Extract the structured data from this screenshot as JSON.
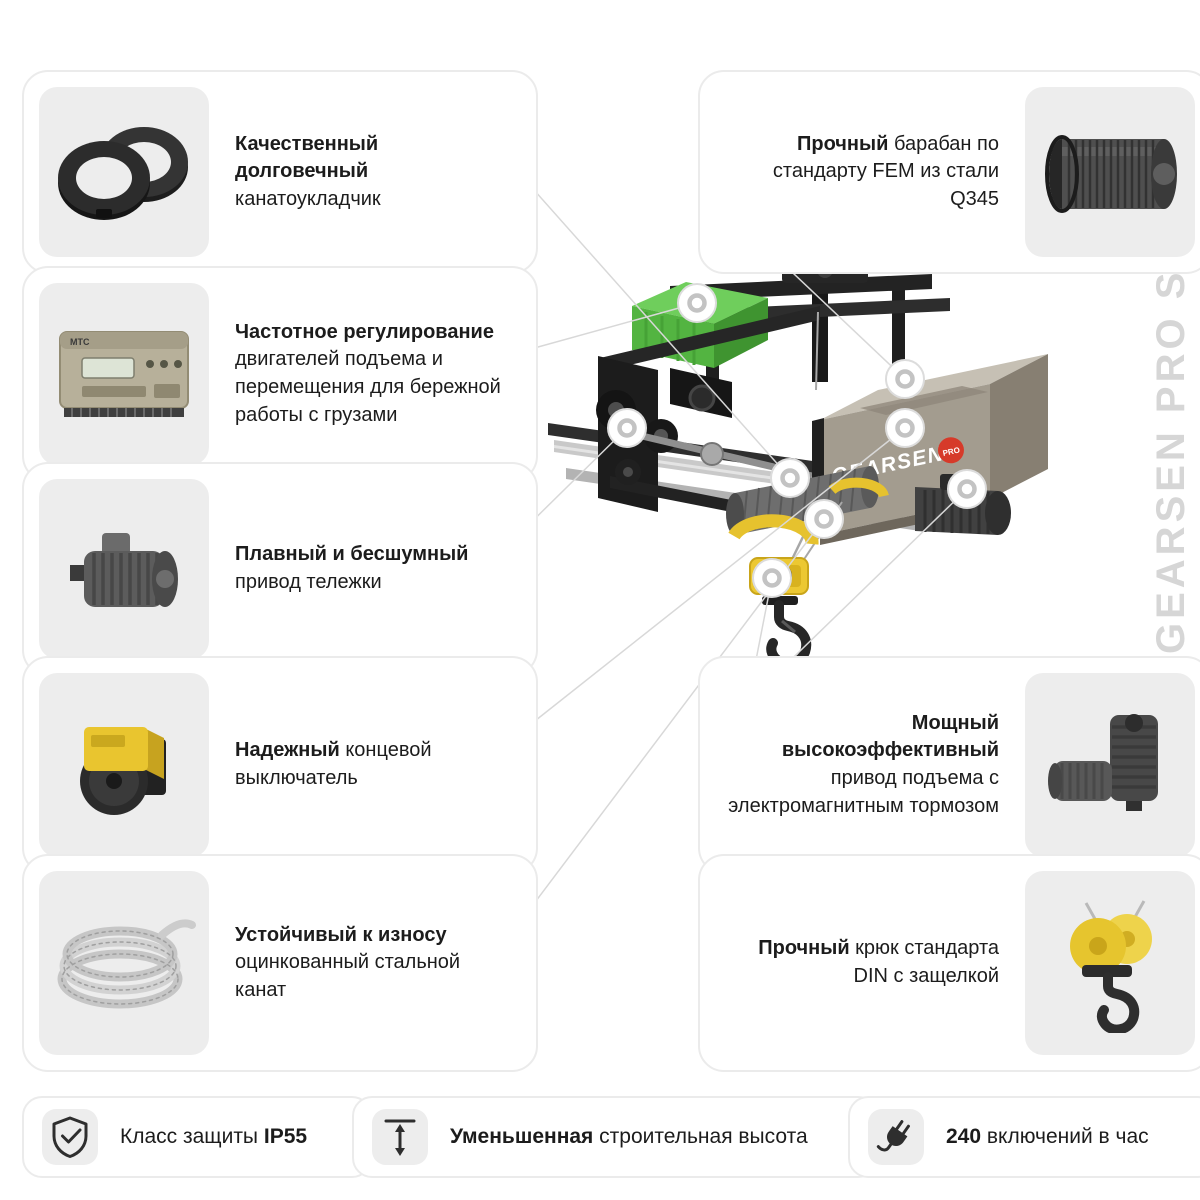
{
  "watermark": "GEARSEN PRO SH",
  "machine": {
    "brand": "GEARSEN",
    "badge": "PRO",
    "controller_label": "MTC"
  },
  "left_cards": [
    {
      "bold": "Качественный долговечный",
      "text": " канатоукладчик"
    },
    {
      "bold": "Частотное регулирование",
      "text": " двигателей подъема и перемещения для бережной работы с грузами"
    },
    {
      "bold": "Плавный и бесшумный",
      "text": " привод тележки"
    },
    {
      "bold": "Надежный",
      "text": " концевой выключатель"
    },
    {
      "bold": "Устойчивый к износу",
      "text": " оцинкованный стальной канат"
    }
  ],
  "right_cards": [
    {
      "bold": "Прочный",
      "text": " барабан по стандарту FEM из стали Q345"
    },
    {
      "bold": "Мощный высокоэффективный",
      "text": " привод подъема с электромагнитным тормозом"
    },
    {
      "bold": "Прочный",
      "text": " крюк стандарта DIN с защелкой"
    }
  ],
  "badges": [
    {
      "prefix": "Класс защиты ",
      "bold": "IP55",
      "suffix": ""
    },
    {
      "prefix": "",
      "bold": "Уменьшенная",
      "suffix": " строительная высота"
    },
    {
      "prefix": "",
      "bold": "240",
      "suffix": " включений в час"
    }
  ],
  "colors": {
    "card_border": "#ebebeb",
    "tile_bg": "#ededed",
    "accent_green": "#53b441",
    "safety_yellow": "#e8c52e",
    "brand_red": "#d63a2a",
    "body_gray": "#a39c8f",
    "watermark_gray": "#d6d6d6",
    "line_gray": "#d8d8d8"
  }
}
